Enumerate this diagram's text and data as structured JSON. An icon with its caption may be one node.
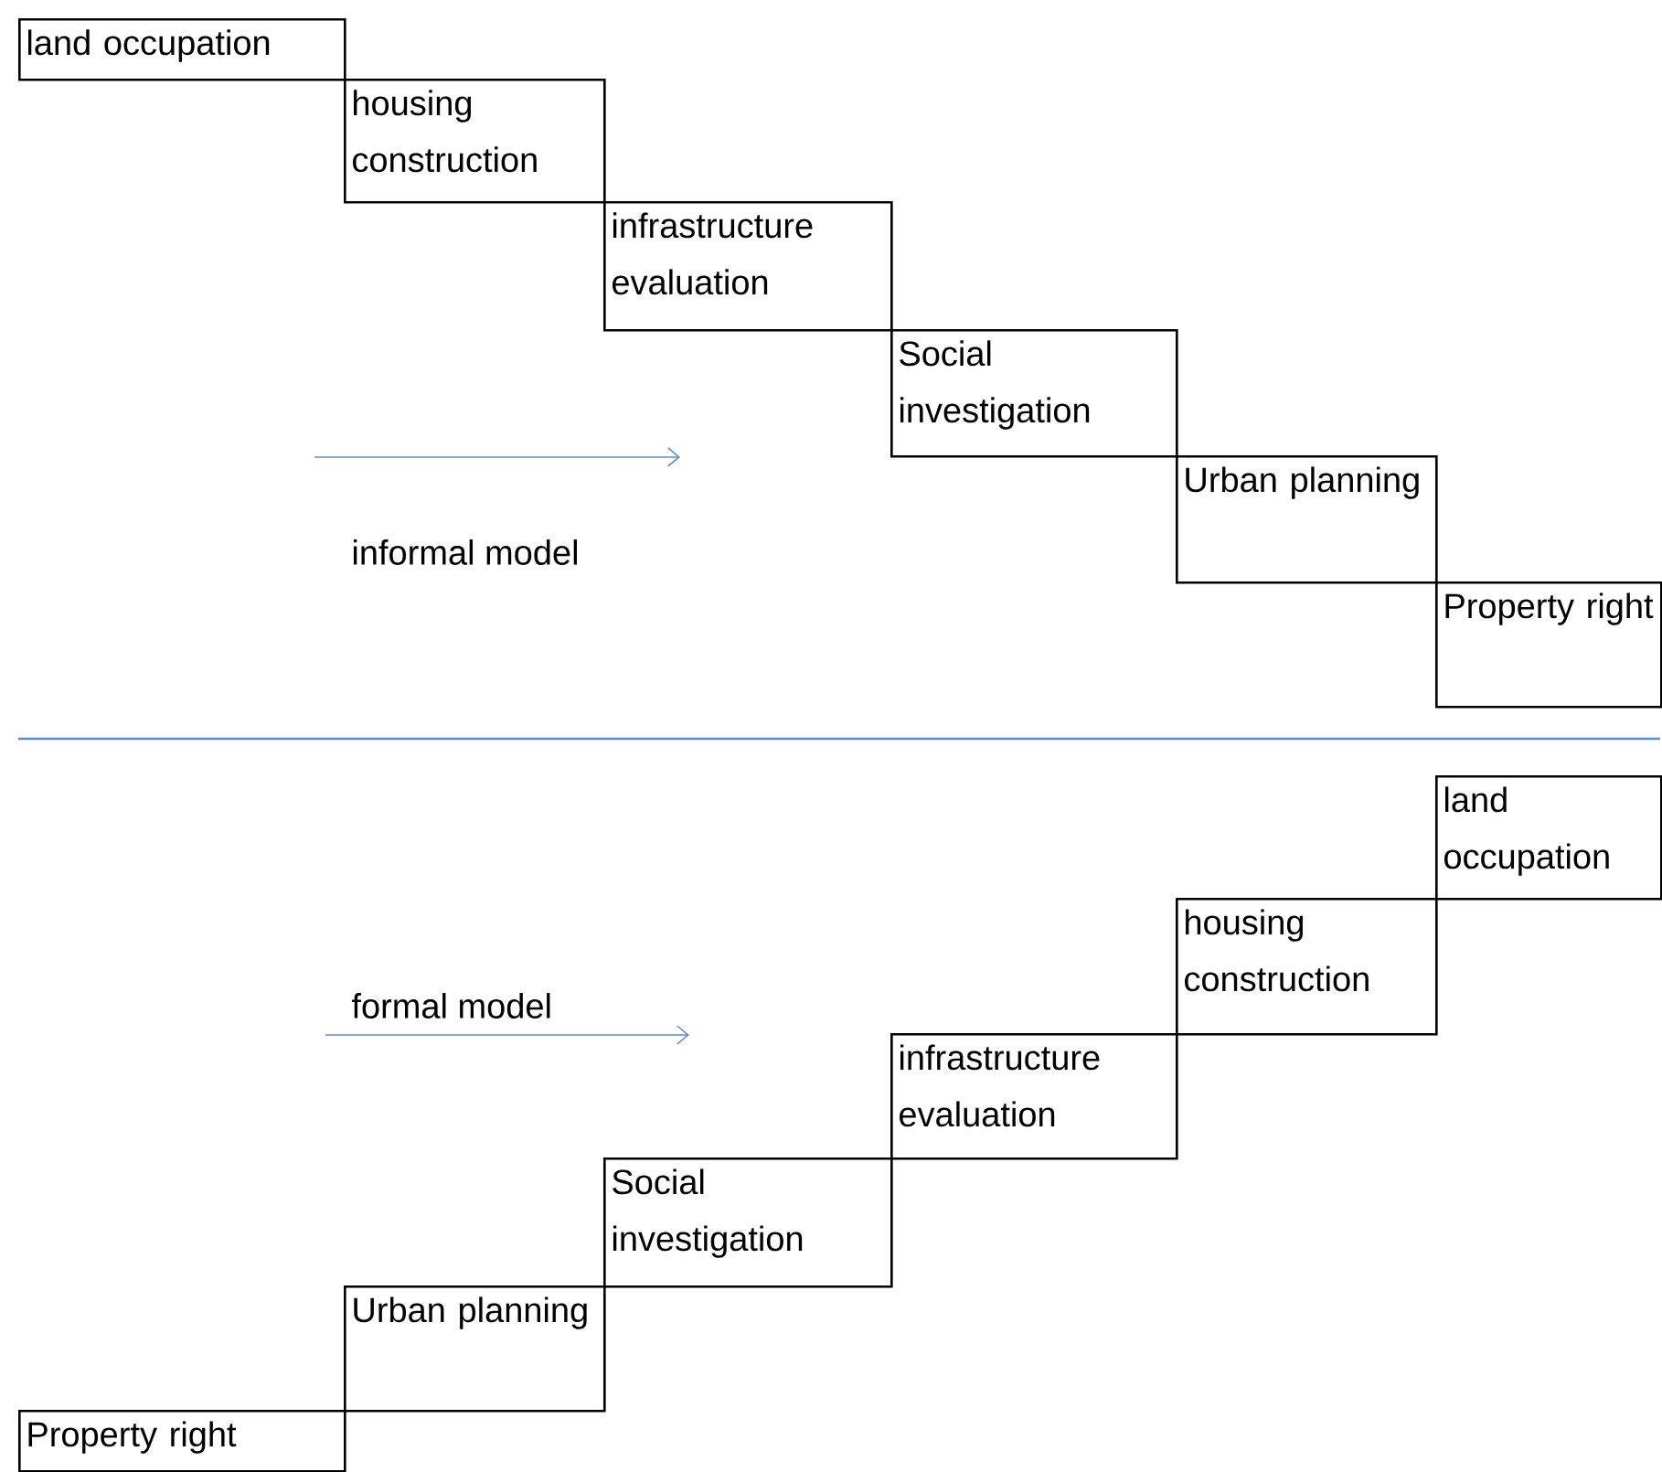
{
  "diagram": {
    "nodes": [
      {
        "text": [
          "land occupation"
        ]
      },
      {
        "text": [
          "housing construction"
        ]
      },
      {
        "text": [
          "infrastructure evaluation"
        ]
      },
      {
        "text": [
          "Social investigation"
        ]
      },
      {
        "text": [
          "Urban planning"
        ]
      },
      {
        "text": [
          "Property right"
        ]
      },
      {
        "text": [
          "land occupation"
        ]
      },
      {
        "text": [
          "housing construction"
        ]
      },
      {
        "text": [
          "infrastructure evaluation"
        ]
      },
      {
        "text": [
          "Social investigation"
        ]
      },
      {
        "text": [
          "Urban planning"
        ]
      },
      {
        "text": [
          "Property right"
        ]
      }
    ],
    "labels": [
      "informal model",
      "formal model"
    ]
  }
}
